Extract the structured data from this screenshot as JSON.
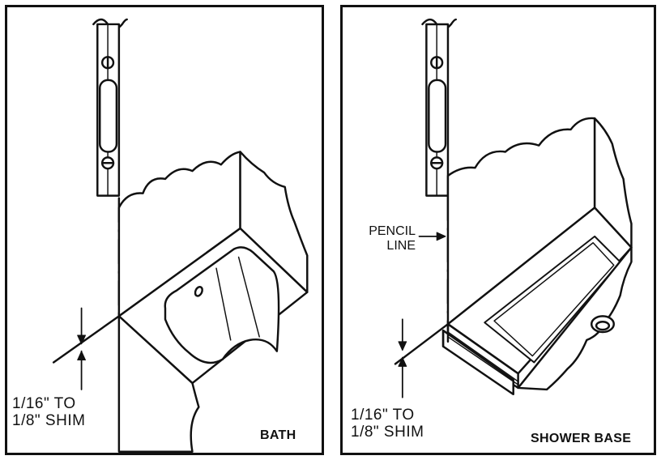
{
  "panels": [
    {
      "caption": "BATH",
      "shim_label_line1": "1/16\" TO",
      "shim_label_line2": "1/8\" SHIM"
    },
    {
      "caption": "SHOWER BASE",
      "shim_label_line1": "1/16\" TO",
      "shim_label_line2": "1/8\" SHIM",
      "pencil_label_line1": "PENCIL",
      "pencil_label_line2": "LINE"
    }
  ]
}
